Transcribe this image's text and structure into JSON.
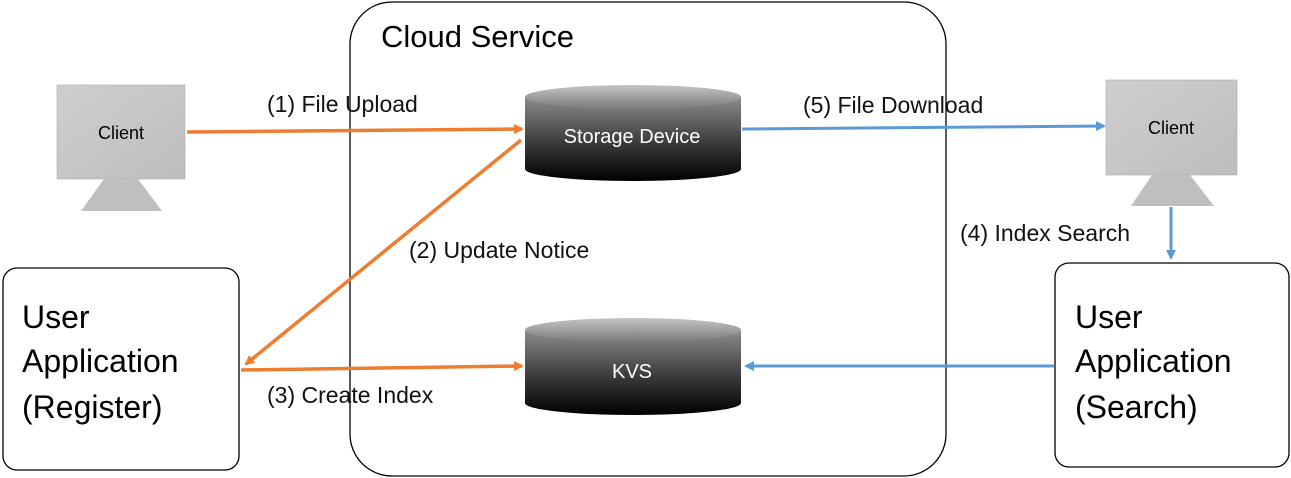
{
  "cloud": {
    "title": "Cloud Service"
  },
  "clients": {
    "left": "Client",
    "right": "Client"
  },
  "databases": {
    "storage": "Storage Device",
    "kvs": "KVS"
  },
  "apps": {
    "register": [
      "User",
      "Application",
      "(Register)"
    ],
    "search": [
      "User",
      "Application",
      "(Search)"
    ]
  },
  "steps": {
    "file_upload": "(1) File Upload",
    "update_notice": "(2) Update Notice",
    "create_index": "(3) Create Index",
    "index_search": "(4) Index Search",
    "file_download": "(5) File Download"
  },
  "colors": {
    "orange_arrow": "#ED7D31",
    "blue_arrow": "#5B9BD5",
    "client_fill": "#C8C8C8",
    "db_dark": "#000000",
    "db_light": "#9a9a9a"
  }
}
